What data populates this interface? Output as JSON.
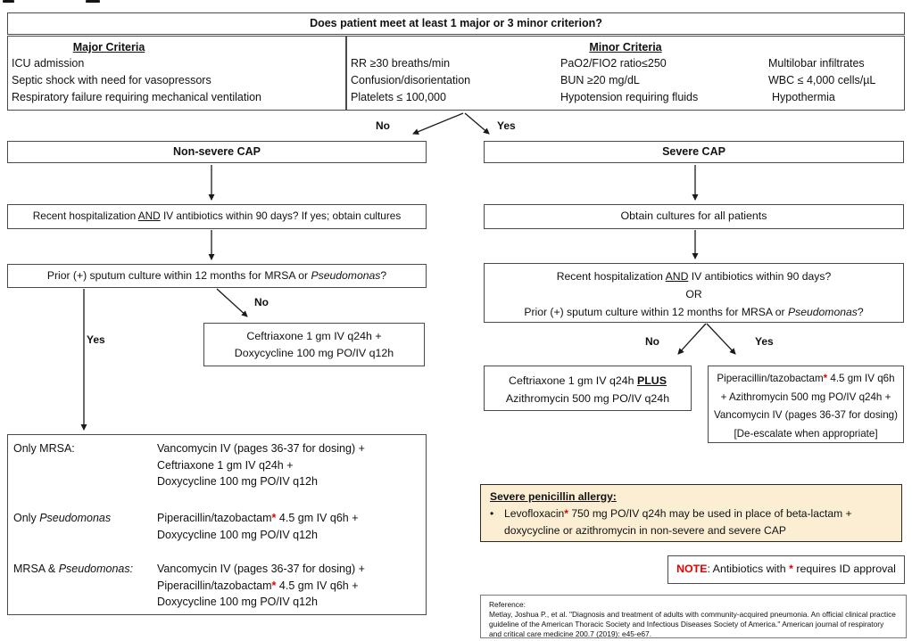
{
  "header": {
    "question": "Does patient meet at least 1 major or 3 minor criterion?",
    "major": {
      "title": "Major Criteria",
      "items": [
        "ICU admission",
        "Septic shock with need for vasopressors",
        "Respiratory failure requiring mechanical ventilation"
      ]
    },
    "minor": {
      "title": "Minor Criteria",
      "col1": [
        "RR ≥30 breaths/min",
        "Confusion/disorientation",
        "Platelets ≤ 100,000"
      ],
      "col2": [
        "PaO2/FIO2 ratio≤250",
        "BUN ≥20 mg/dL",
        "Hypotension requiring fluids"
      ],
      "col3": [
        "Multilobar infiltrates",
        "WBC ≤ 4,000 cells/µL",
        "Hypothermia"
      ]
    }
  },
  "root_labels": {
    "no": "No",
    "yes": "Yes"
  },
  "nonsevere": {
    "title": "Non-severe CAP",
    "q1": {
      "pre": "Recent hospitalization ",
      "and": "AND",
      "post": " IV antibiotics within 90 days?  If yes; obtain cultures"
    },
    "q2": {
      "pre": "Prior (+) sputum culture within 12 months for MRSA or ",
      "italic": "Pseudomonas",
      "post": "?"
    },
    "labels": {
      "no": "No",
      "yes": "Yes"
    },
    "no_box": {
      "line1": "Ceftriaxone 1 gm IV q24h  +",
      "line2": "Doxycycline 100 mg PO/IV q12h"
    }
  },
  "regimens": {
    "row1": {
      "label": "Only MRSA:",
      "line1": "Vancomycin IV (pages 36-37 for dosing) +",
      "line2": "Ceftriaxone 1 gm IV q24h +",
      "line3": "Doxycycline 100 mg PO/IV q12h"
    },
    "row2": {
      "label_pre": "Only ",
      "label_italic": "Pseudomonas",
      "line1_drug": "Piperacillin/tazobactam",
      "star": "*",
      "line1_rest": " 4.5 gm IV q6h  +",
      "line2": "Doxycycline 100 mg PO/IV q12h"
    },
    "row3": {
      "label_pre": "MRSA & ",
      "label_italic": "Pseudomonas:",
      "line1": "Vancomycin IV (pages 36-37 for dosing) +",
      "line2_drug": "Piperacillin/tazobactam",
      "star": "*",
      "line2_rest": " 4.5 gm IV q6h  +",
      "line3": "Doxycycline 100 mg PO/IV q12h"
    }
  },
  "severe": {
    "title": "Severe CAP",
    "obtain": "Obtain cultures for all patients",
    "q": {
      "line1_pre": "Recent hospitalization ",
      "line1_and": "AND",
      "line1_post": " IV antibiotics within 90 days?",
      "or": "OR",
      "line2_pre": "Prior (+) sputum culture within 12 months for MRSA or ",
      "line2_italic": "Pseudomonas",
      "line2_post": "?"
    },
    "labels": {
      "no": "No",
      "yes": "Yes"
    },
    "no_box": {
      "line1_pre": "Ceftriaxone 1 gm IV q24h  ",
      "line1_plus": "PLUS",
      "line2": "Azithromycin 500 mg PO/IV q24h"
    },
    "yes_box": {
      "line1_drug": "Piperacillin/tazobactam",
      "star": "*",
      "line1_rest": " 4.5 gm IV q6h",
      "line2": "+ Azithromycin 500 mg PO/IV q24h +",
      "line3": "Vancomycin IV (pages 36-37 for dosing)",
      "line4": "[De-escalate when appropriate]"
    }
  },
  "allergy": {
    "title": "Severe penicillin allergy:",
    "bullet_char": "•",
    "bullet_drug": "Levofloxacin",
    "star": "*",
    "bullet_rest": " 750 mg PO/IV q24h may be used in place of beta-lactam + doxycycline or azithromycin in non-severe and severe CAP"
  },
  "note": {
    "label": "NOTE",
    "text_pre": ": Antibiotics with ",
    "star": "*",
    "text_post": " requires ID approval"
  },
  "reference": {
    "title": "Reference:",
    "citation": "Metlay, Joshua P., et al. \"Diagnosis and treatment of adults with community-acquired pneumonia. An official clinical practice guideline of the American Thoracic Society and Infectious Diseases Society of America.\" American journal of respiratory and critical care medicine 200.7 (2019): e45-e67."
  },
  "colors": {
    "accent_red": "#e60000",
    "allergy_bg": "#fbeed3"
  }
}
